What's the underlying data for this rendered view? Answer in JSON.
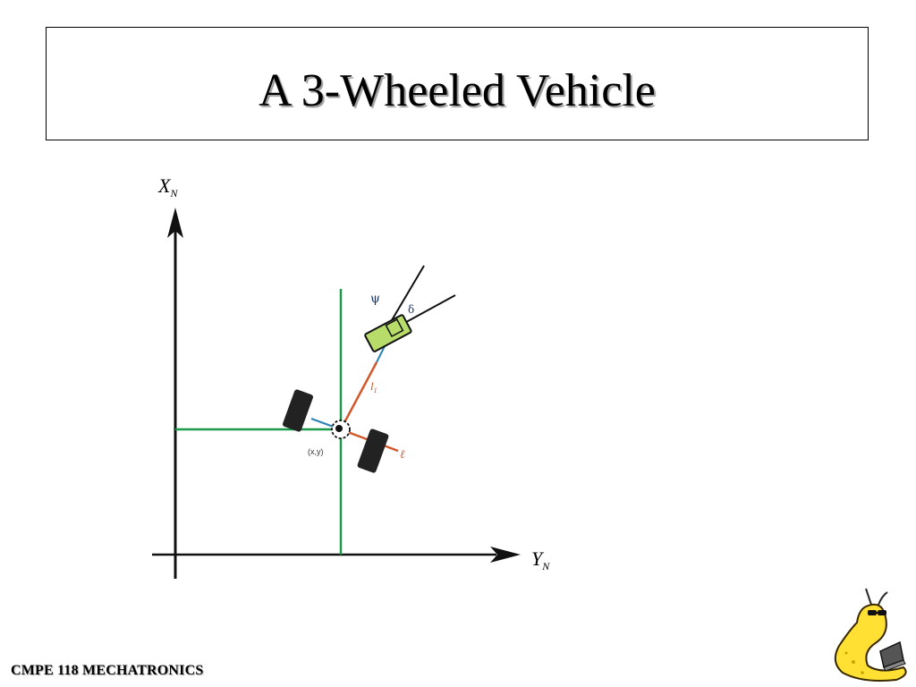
{
  "slide": {
    "title": "A 3-Wheeled Vehicle",
    "footer": "CMPE 118 MECHATRONICS"
  },
  "diagram": {
    "x_axis_label": "X",
    "x_axis_subscript": "N",
    "y_axis_label": "Y",
    "y_axis_subscript": "N",
    "psi_label": "ψ",
    "delta_label": "δ",
    "l_label": "l",
    "l_subscript": "1",
    "r_label": "ℓ",
    "point_label": "(x,y)"
  },
  "colors": {
    "axis": "#111111",
    "green_lines": "#1a9a4a",
    "front_body": "#b8dc6a",
    "orange": "#d2582a",
    "blue": "#2a82b8",
    "wheel": "#222222",
    "mascot": "#ffe033"
  },
  "icons": {
    "mascot": "banana-slug-with-laptop"
  }
}
